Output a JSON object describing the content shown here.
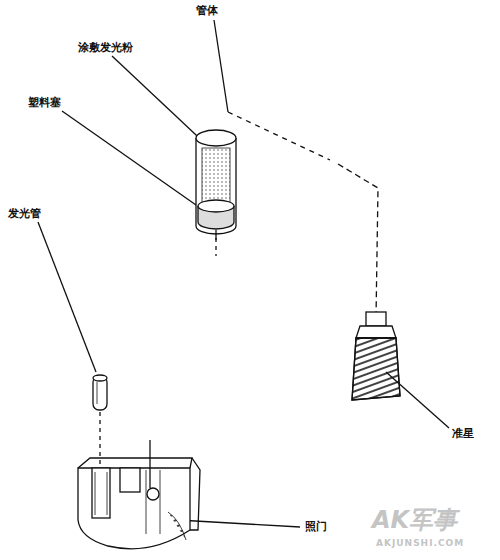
{
  "diagram": {
    "labels": [
      "管体",
      "涂敷发光粉",
      "塑料塞",
      "发光管",
      "准星",
      "照门",
      "AK军事",
      "AKJUNSHI.COM"
    ]
  }
}
